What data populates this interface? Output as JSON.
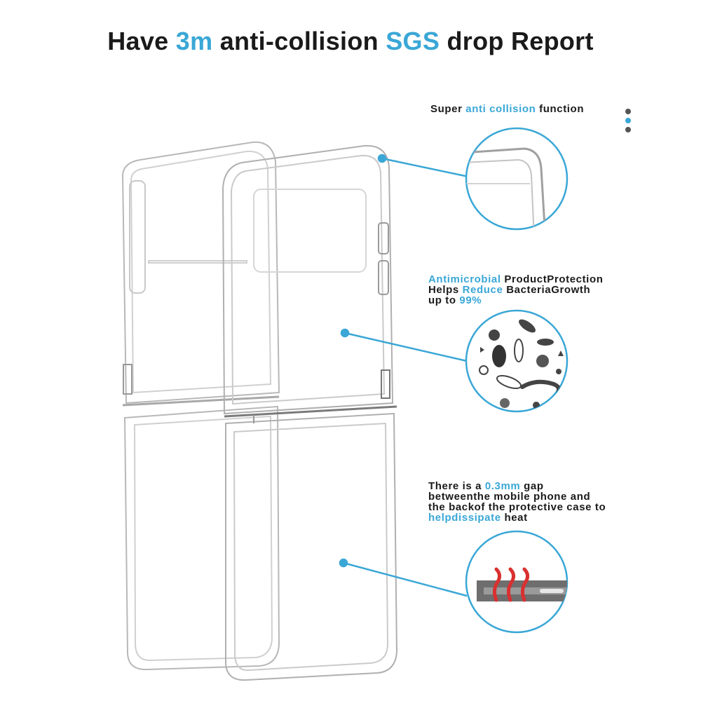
{
  "headline": {
    "pre": "Have ",
    "hl1": "3m",
    "mid": " anti-collision ",
    "hl2": "SGS",
    "post": " drop Report"
  },
  "feature_collision": {
    "pre": "Super ",
    "hl": "anti collision",
    "post": " function"
  },
  "feature_antimicrobial": {
    "line1_hl": "Antimicrobial",
    "line1_post": " ProductProtection",
    "line2_pre": "Helps ",
    "line2_hl": "Reduce",
    "line2_post": " BacteriaGrowth",
    "line3_pre": "up to ",
    "line3_hl": "99%"
  },
  "feature_gap": {
    "line1_pre": "There is a ",
    "line1_hl": "0.3mm",
    "line1_post": " gap",
    "line2": "betweenthe mobile phone and",
    "line3": "the backof the protective case to",
    "line4_hl": "helpdissipate",
    "line4_post": " heat"
  },
  "colors": {
    "accent": "#3aa7d6",
    "text": "#1a1a1a",
    "dot_grey": "#555555"
  },
  "indicator_dots": [
    {
      "name": "dot-1",
      "active": false
    },
    {
      "name": "dot-2",
      "active": true
    },
    {
      "name": "dot-3",
      "active": false
    }
  ],
  "icons": [
    "drop-case-icon",
    "magnifier-circle-icon",
    "bacteria-icon",
    "heat-gap-icon"
  ]
}
